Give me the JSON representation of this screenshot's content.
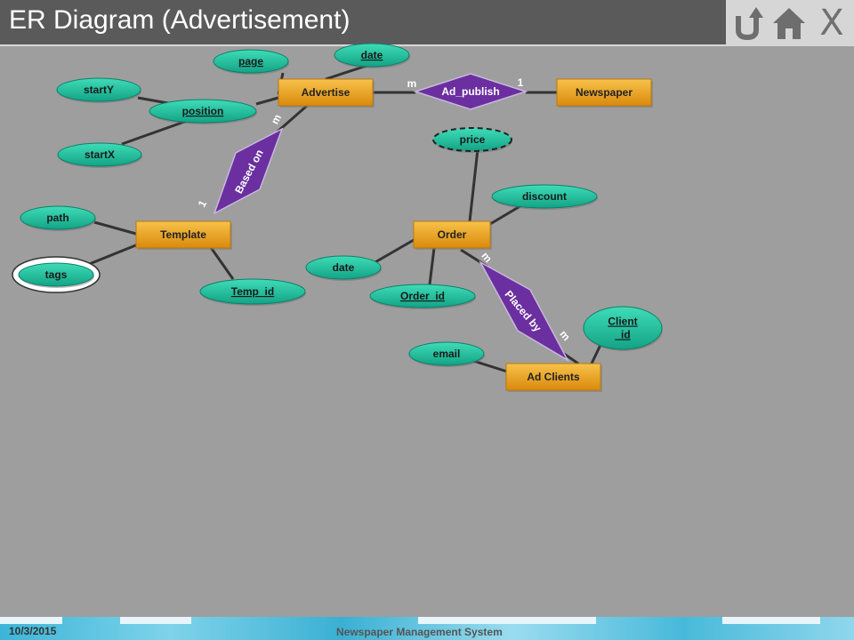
{
  "title": "ER Diagram (Advertisement)",
  "nav": {
    "back_icon": "undo-arrow-icon",
    "home_icon": "home-icon",
    "close_label": "X"
  },
  "footer": {
    "date": "10/3/2015",
    "title": "Newspaper Management System"
  },
  "colors": {
    "entity": "#f0a51e",
    "relationship": "#6b2fa0",
    "attribute": "#1fbf9f",
    "background": "#9e9e9e",
    "line": "#333333"
  },
  "entities": [
    {
      "id": "advertise",
      "label": "Advertise"
    },
    {
      "id": "newspaper",
      "label": "Newspaper"
    },
    {
      "id": "template",
      "label": "Template"
    },
    {
      "id": "order",
      "label": "Order"
    },
    {
      "id": "ad_clients",
      "label": "Ad Clients"
    }
  ],
  "relationships": [
    {
      "id": "ad_publish",
      "label": "Ad_publish"
    },
    {
      "id": "based_on",
      "label": "Based on"
    },
    {
      "id": "placed_by",
      "label": "Placed by"
    }
  ],
  "attributes": [
    {
      "id": "page",
      "label": "page",
      "key": true
    },
    {
      "id": "date_ad",
      "label": "date",
      "key": true
    },
    {
      "id": "startY",
      "label": "startY"
    },
    {
      "id": "position",
      "label": "position",
      "key": true
    },
    {
      "id": "startX",
      "label": "startX"
    },
    {
      "id": "path",
      "label": "path"
    },
    {
      "id": "tags",
      "label": "tags",
      "multivalued": true
    },
    {
      "id": "temp_id",
      "label": "Temp_id",
      "key": true
    },
    {
      "id": "price",
      "label": "price",
      "derived": true
    },
    {
      "id": "discount",
      "label": "discount"
    },
    {
      "id": "date_order",
      "label": "date"
    },
    {
      "id": "order_id",
      "label": "Order_id",
      "key": true
    },
    {
      "id": "email",
      "label": "email"
    },
    {
      "id": "client_id",
      "label": "Client _id",
      "key": true
    }
  ],
  "cardinalities": [
    {
      "id": "c_adpub_m",
      "label": "m"
    },
    {
      "id": "c_adpub_1",
      "label": "1"
    },
    {
      "id": "c_based_m",
      "label": "m"
    },
    {
      "id": "c_based_1",
      "label": "1"
    },
    {
      "id": "c_placed_m1",
      "label": "m"
    },
    {
      "id": "c_placed_m2",
      "label": "m"
    }
  ]
}
